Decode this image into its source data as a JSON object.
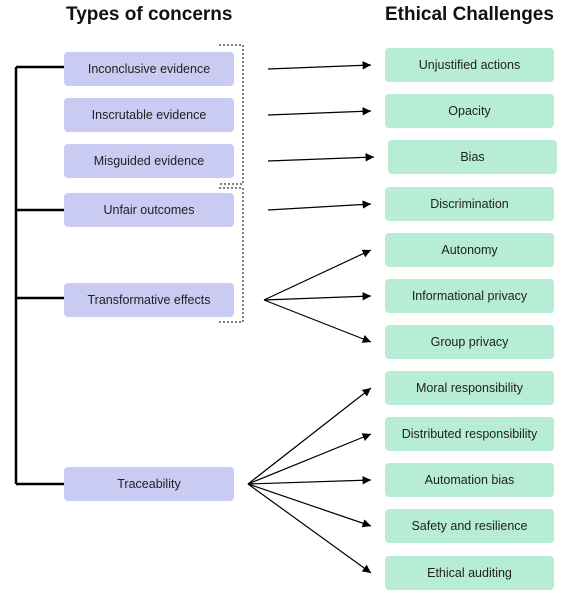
{
  "headings": {
    "concerns": "Types of concerns",
    "challenges": "Ethical Challenges"
  },
  "concerns": [
    "Inconclusive evidence",
    "Inscrutable evidence",
    "Misguided evidence",
    "Unfair outcomes",
    "Transformative effects",
    "Traceability"
  ],
  "challenges": [
    "Unjustified actions",
    "Opacity",
    "Bias",
    "Discrimination",
    "Autonomy",
    "Informational privacy",
    "Group privacy",
    "Moral responsibility",
    "Distributed responsibility",
    "Automation bias",
    "Safety and resilience",
    "Ethical auditing"
  ],
  "links": [
    {
      "from": 0,
      "to": [
        0
      ]
    },
    {
      "from": 1,
      "to": [
        1
      ]
    },
    {
      "from": 2,
      "to": [
        2
      ]
    },
    {
      "from": 3,
      "to": [
        3
      ]
    },
    {
      "from": 4,
      "to": [
        4,
        5,
        6
      ]
    },
    {
      "from": 5,
      "to": [
        7,
        8,
        9,
        10,
        11
      ]
    }
  ],
  "colors": {
    "concern_fill": "#c9cbf3",
    "challenge_fill": "#b7ecd5",
    "line": "#000000"
  }
}
